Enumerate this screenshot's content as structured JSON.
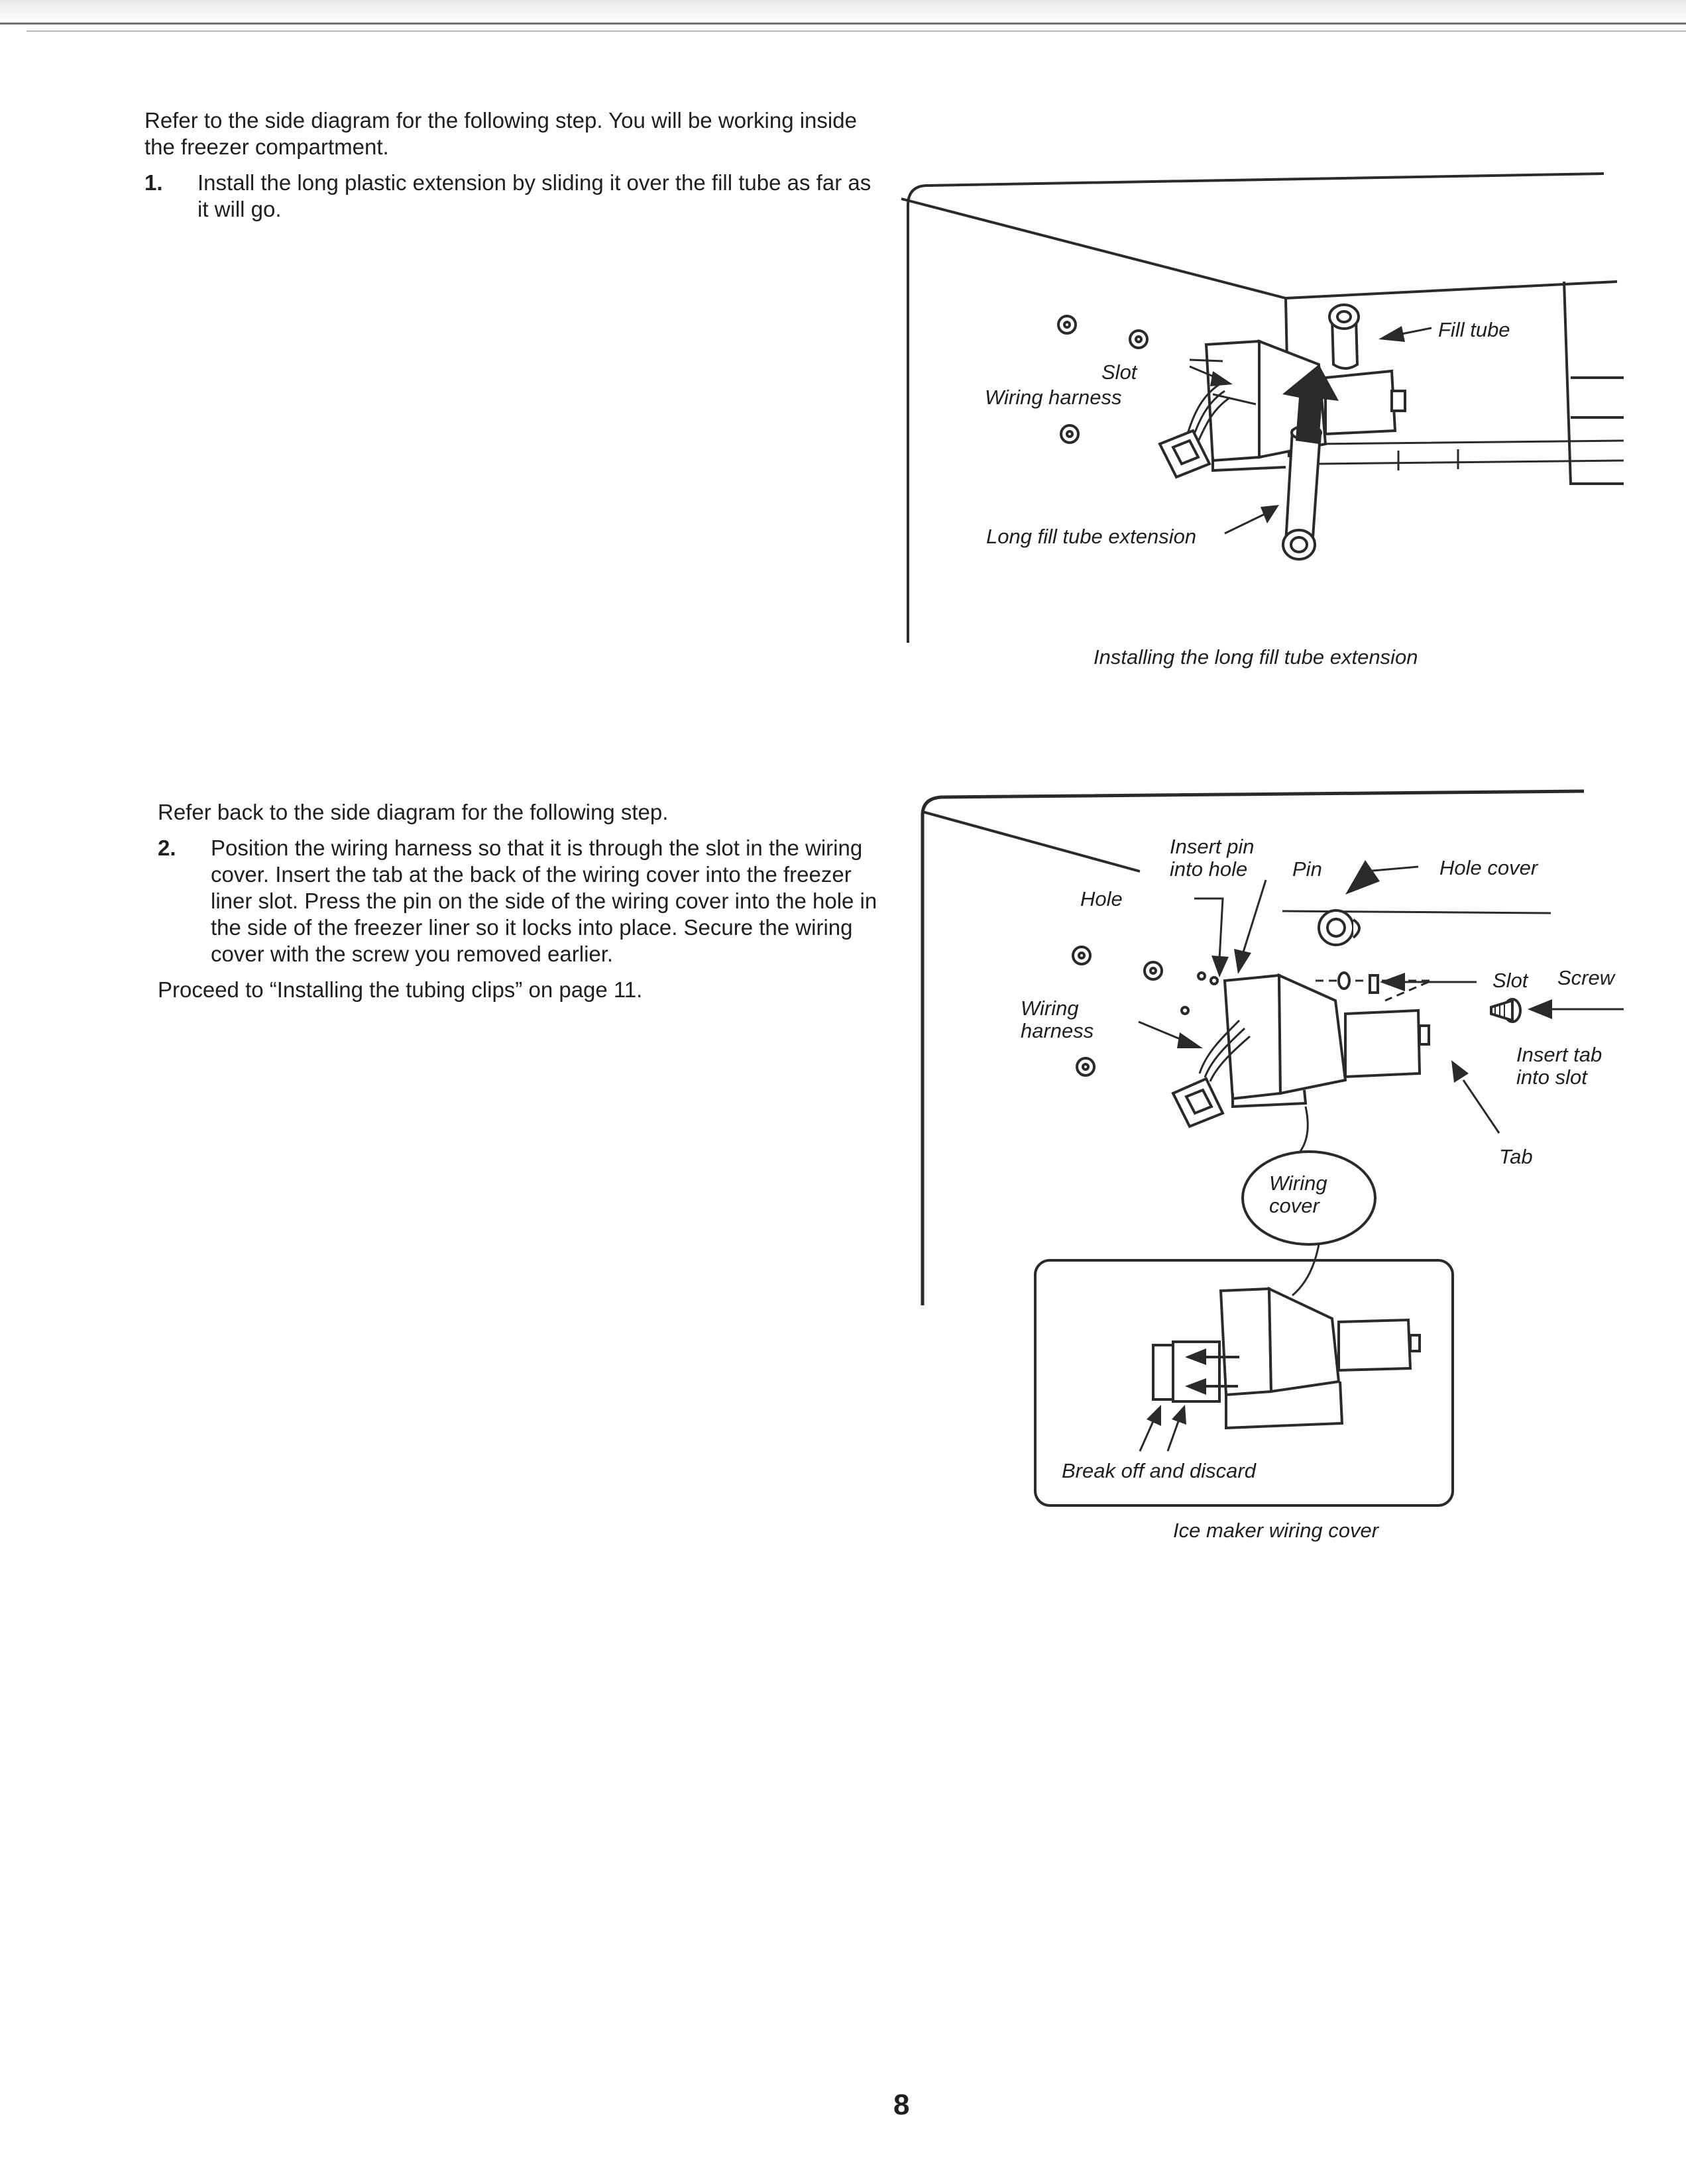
{
  "section1": {
    "intro": "Refer to the side diagram for the following step. You will be working inside the freezer compartment.",
    "step_number": "1.",
    "step_text": "Install the long plastic extension by sliding it over the fill tube as far as it will go."
  },
  "figure1": {
    "labels": {
      "fill_tube": "Fill tube",
      "slot": "Slot",
      "wiring_harness": "Wiring harness",
      "long_extension": "Long fill tube extension"
    },
    "caption": "Installing the long fill tube extension"
  },
  "section2": {
    "intro": "Refer back to the side diagram for the following step.",
    "step_number": "2.",
    "step_text": "Position the wiring harness so that it is through the slot in the wiring cover. Insert the tab at the back of the wiring cover into the freezer liner slot. Press the pin on the side of the wiring cover into the hole in the side of the freezer liner so it locks into place. Secure the wiring cover with the screw you removed earlier.",
    "proceed": "Proceed to “Installing the tubing clips” on page 11."
  },
  "figure2": {
    "labels": {
      "insert_pin_line1": "Insert pin",
      "insert_pin_line2": "into hole",
      "pin": "Pin",
      "hole_cover": "Hole cover",
      "hole": "Hole",
      "slot": "Slot",
      "screw": "Screw",
      "wiring_harness_line1": "Wiring",
      "wiring_harness_line2": "harness",
      "insert_tab_line1": "Insert tab",
      "insert_tab_line2": "into slot",
      "tab": "Tab",
      "wiring_cover_line1": "Wiring",
      "wiring_cover_line2": "cover",
      "break_off": "Break off and discard"
    },
    "caption": "Ice maker wiring cover"
  },
  "page_number": "8"
}
